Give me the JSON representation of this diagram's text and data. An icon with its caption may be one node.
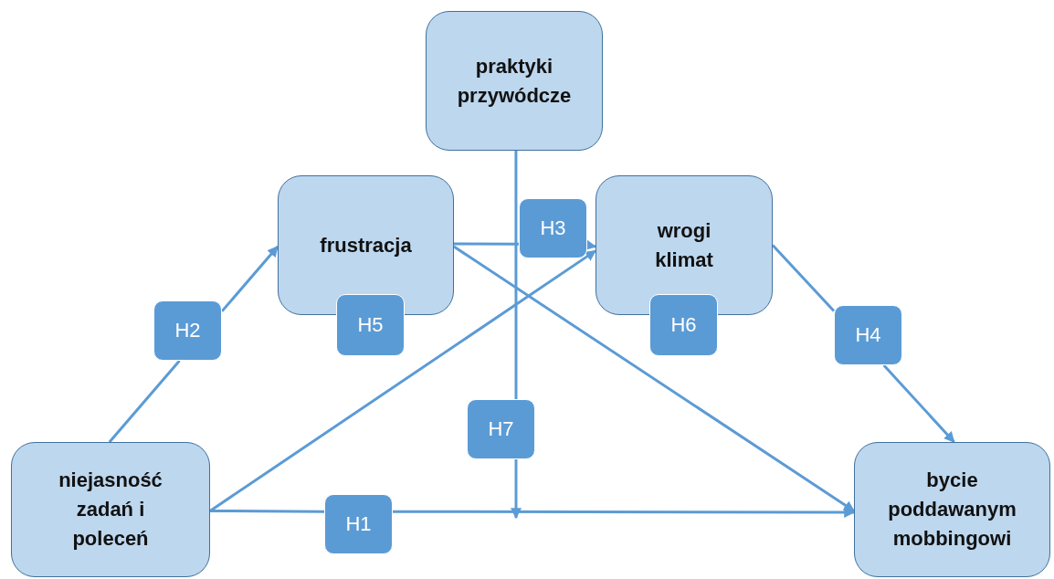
{
  "diagram": {
    "nodes": [
      {
        "text": [
          "praktyki przywódcze"
        ]
      },
      {
        "text": [
          "frustracja"
        ]
      },
      {
        "text": [
          "wrogi klimat"
        ]
      },
      {
        "text": [
          "niejasność zadań i poleceń"
        ]
      },
      {
        "text": [
          "bycie poddawanym mobbingowi"
        ]
      },
      {
        "text": [
          "H5"
        ]
      },
      {
        "text": [
          "H6"
        ]
      },
      {
        "text": [
          "H2"
        ]
      },
      {
        "text": [
          "H3"
        ]
      },
      {
        "text": [
          "H4"
        ]
      },
      {
        "text": [
          "H7"
        ]
      },
      {
        "text": [
          "H1"
        ]
      }
    ],
    "edges": [
      {
        "from": 3,
        "to": 7,
        "arrow": "none"
      },
      {
        "from": 7,
        "to": 1,
        "arrow": "to"
      },
      {
        "from": 1,
        "to": 8,
        "arrow": "none"
      },
      {
        "from": 8,
        "to": 2,
        "arrow": "to"
      },
      {
        "from": 2,
        "to": 9,
        "arrow": "none"
      },
      {
        "from": 9,
        "to": 4,
        "arrow": "to"
      },
      {
        "from": 3,
        "to": 11,
        "arrow": "none"
      },
      {
        "from": 11,
        "to": 4,
        "arrow": "to"
      },
      {
        "from": 1,
        "to": 4,
        "arrow": "to"
      },
      {
        "from": 3,
        "to": 2,
        "arrow": "to"
      },
      {
        "from": 0,
        "to": 10,
        "arrow": "none"
      },
      {
        "from": 10,
        "to": null,
        "arrow": "to"
      }
    ]
  }
}
